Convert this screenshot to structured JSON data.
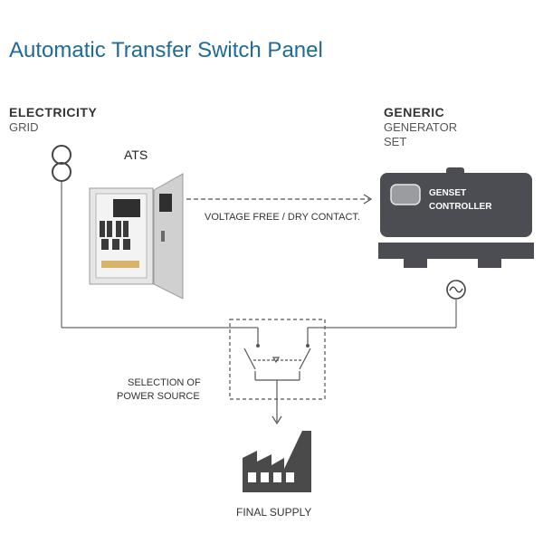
{
  "title": "Automatic Transfer Switch Panel",
  "grid": {
    "heading": "ELECTRICITY",
    "sub": "GRID"
  },
  "generator": {
    "heading": "GENERIC",
    "sub_line1": "GENERATOR",
    "sub_line2": "SET",
    "controller_line1": "GENSET",
    "controller_line2": "CONTROLLER"
  },
  "ats_label": "ATS",
  "contact_label": "VOLTAGE FREE / DRY CONTACT.",
  "selection_label_line1": "SELECTION OF",
  "selection_label_line2": "POWER SOURCE",
  "final_label": "FINAL SUPPLY",
  "colors": {
    "title": "#1f6a99",
    "genset_body": "#4b4d52",
    "factory": "#4a4a4a",
    "lines": "#555555"
  }
}
